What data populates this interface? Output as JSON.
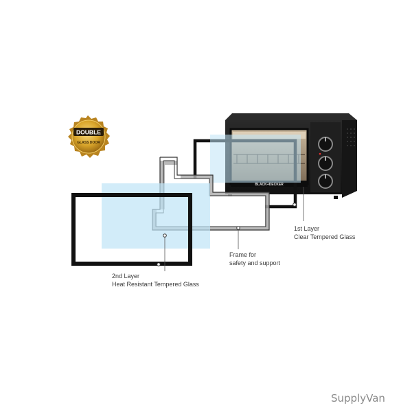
{
  "badge": {
    "line1": "DOUBLE",
    "line2": "GLASS DOOR"
  },
  "oven": {
    "brand": "BLACK+DECKER"
  },
  "callouts": {
    "layer2": {
      "line1": "2nd Layer",
      "line2": "Heat Resistant Tempered Glass"
    },
    "frame": {
      "line1": "Frame for",
      "line2": "safety and support"
    },
    "layer1": {
      "line1": "1st Layer",
      "line2": "Clear Tempered Glass"
    }
  },
  "watermark": "SupplyVan",
  "colors": {
    "glass": "#bfe4f6",
    "frame": "#111111",
    "badge_gold": "#d9a52b",
    "oven_body": "#1c1c1c"
  }
}
